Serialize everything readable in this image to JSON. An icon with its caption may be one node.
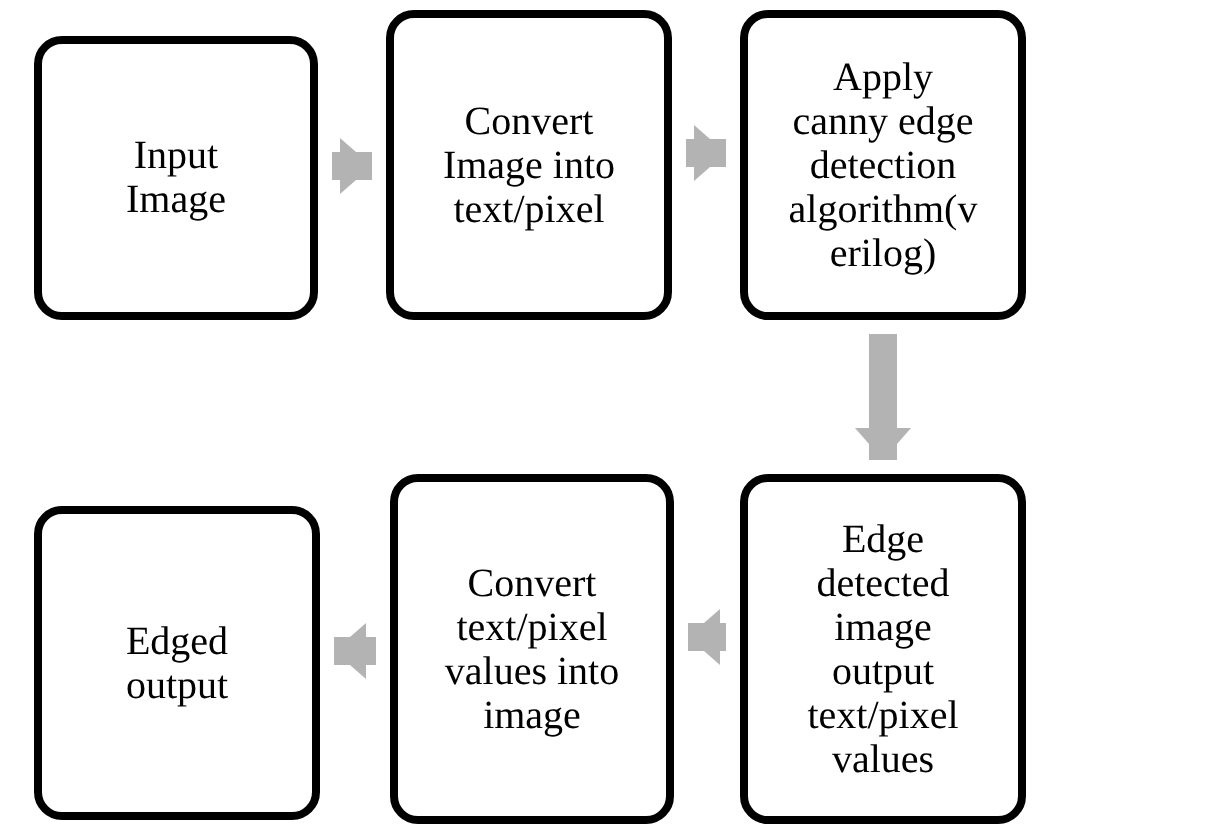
{
  "diagram": {
    "nodes": [
      {
        "text": [
          "Input Image"
        ]
      },
      {
        "text": [
          "Convert Image into text/pixel"
        ]
      },
      {
        "text": [
          "Apply canny edge detection algorithm(verilog)"
        ]
      },
      {
        "text": [
          "Edge detected image output text/pixel values"
        ]
      },
      {
        "text": [
          "Convert text/pixel values into image"
        ]
      },
      {
        "text": [
          "Edged output"
        ]
      }
    ],
    "edges": [
      {
        "from": 0,
        "to": 1,
        "arrow": "to"
      },
      {
        "from": 1,
        "to": 2,
        "arrow": "to"
      },
      {
        "from": 2,
        "to": 3,
        "arrow": "to"
      },
      {
        "from": 3,
        "to": 4,
        "arrow": "to"
      },
      {
        "from": 4,
        "to": 5,
        "arrow": "to"
      }
    ]
  }
}
